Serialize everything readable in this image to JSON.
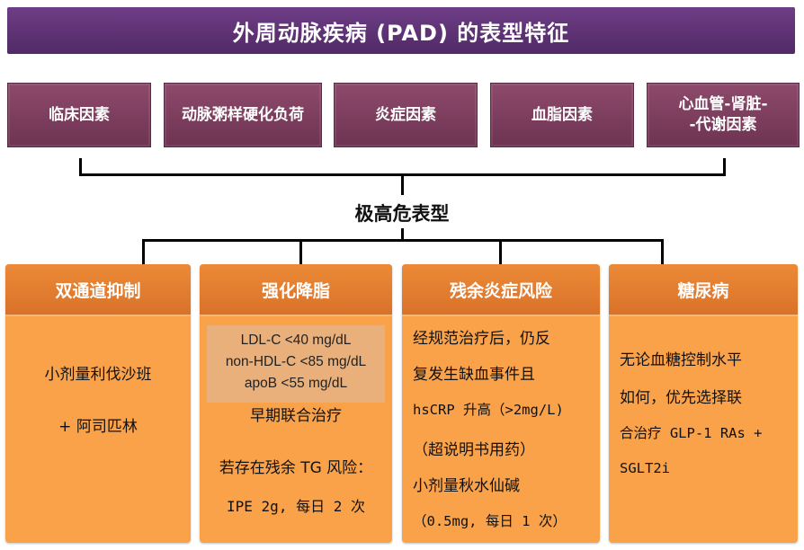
{
  "title": "外周动脉疾病 (PAD) 的表型特征",
  "factors": [
    "临床因素",
    "动脉粥样硬化负荷",
    "炎症因素",
    "血脂因素",
    "心血管-肾脏-\n-代谢因素"
  ],
  "center_label": "极高危表型",
  "columns": [
    {
      "header": "双通道抑制",
      "lines": [
        "小剂量利伐沙班",
        "+ 阿司匹林"
      ]
    },
    {
      "header": "强化降脂",
      "lipid_targets": [
        "LDL-C <40 mg/dL",
        "non-HDL-C <85 mg/dL",
        "apoB <55 mg/dL"
      ],
      "lines": [
        "早期联合治疗",
        "若存在残余 TG 风险：",
        "IPE 2g, 每日 2 次"
      ]
    },
    {
      "header": "残余炎症风险",
      "lines": [
        "经规范治疗后，仍反",
        "复发生缺血事件且",
        "hsCRP 升高（>2mg/L)",
        "（超说明书用药）",
        "小剂量秋水仙碱",
        "（0.5mg, 每日 1 次）"
      ]
    },
    {
      "header": "糖尿病",
      "lines": [
        "无论血糖控制水平",
        "如何，优先选择联",
        "合治疗 GLP-1 RAs +",
        "SGLT2i"
      ]
    }
  ],
  "colors": {
    "title_bg": "#5e3276",
    "factor_bg": "#7e3e5f",
    "column_header_bg": "#e07a30",
    "column_body_bg": "#f9a24a",
    "lipid_box_bg": "#e9b07c"
  }
}
